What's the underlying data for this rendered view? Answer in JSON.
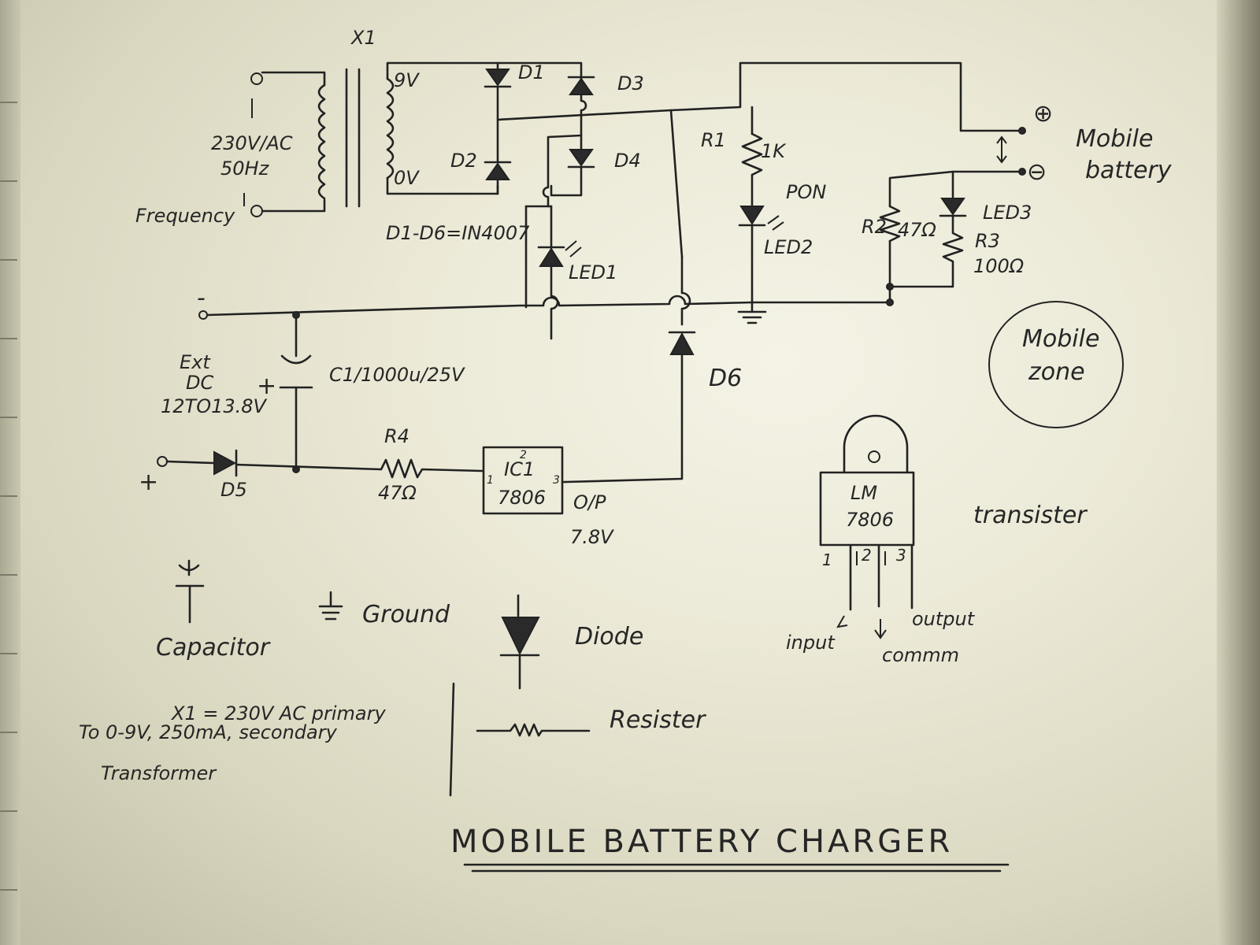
{
  "transformer_label": "X1",
  "input_label": "230V/AC",
  "input_freq": "50Hz",
  "freq_note": "Frequency",
  "sec_high": "9V",
  "sec_low": "0V",
  "d1": "D1",
  "d2": "D2",
  "d3": "D3",
  "d4": "D4",
  "d5": "D5",
  "d6": "D6",
  "diode_spec": "D1-D6=IN4007",
  "led1": "LED1",
  "r1_name": "R1",
  "r1_val": "1K",
  "pon": "PON",
  "led2": "LED2",
  "r2_name": "R2",
  "r2_val": "47Ω",
  "r3_name": "R3",
  "r3_val": "100Ω",
  "led3": "LED3",
  "plus_sym": "⊕",
  "minus_sym": "⊖",
  "mobile_battery_1": "Mobile",
  "mobile_battery_2": "battery",
  "mobile_zone_1": "Mobile",
  "mobile_zone_2": "zone",
  "neg": "-",
  "pos": "+",
  "ext_1": "Ext",
  "ext_2": "DC",
  "ext_3": "12TO13.8V",
  "c1": "C1/1000u/25V",
  "r4_name": "R4",
  "r4_val": "47Ω",
  "ic_name": "IC1",
  "ic_part": "7806",
  "pin1": "1",
  "pin2": "2",
  "pin3": "3",
  "op_label": "O/P",
  "op_volt": "7.8V",
  "lm": "LM",
  "lm_part": "7806",
  "transister": "transister",
  "p1": "1",
  "p2": "2",
  "p3": "3",
  "input_txt": "input",
  "comm_txt": "commm",
  "output_txt": "output",
  "legend_capacitor": "Capacitor",
  "legend_ground": "Ground",
  "legend_diode": "Diode",
  "legend_resister": "Resister",
  "note_1": "X1 = 230V AC primary",
  "note_2": "To 0-9V, 250mA, secondary",
  "note_3": "Transformer",
  "title": "MOBILE BATTERY CHARGER"
}
